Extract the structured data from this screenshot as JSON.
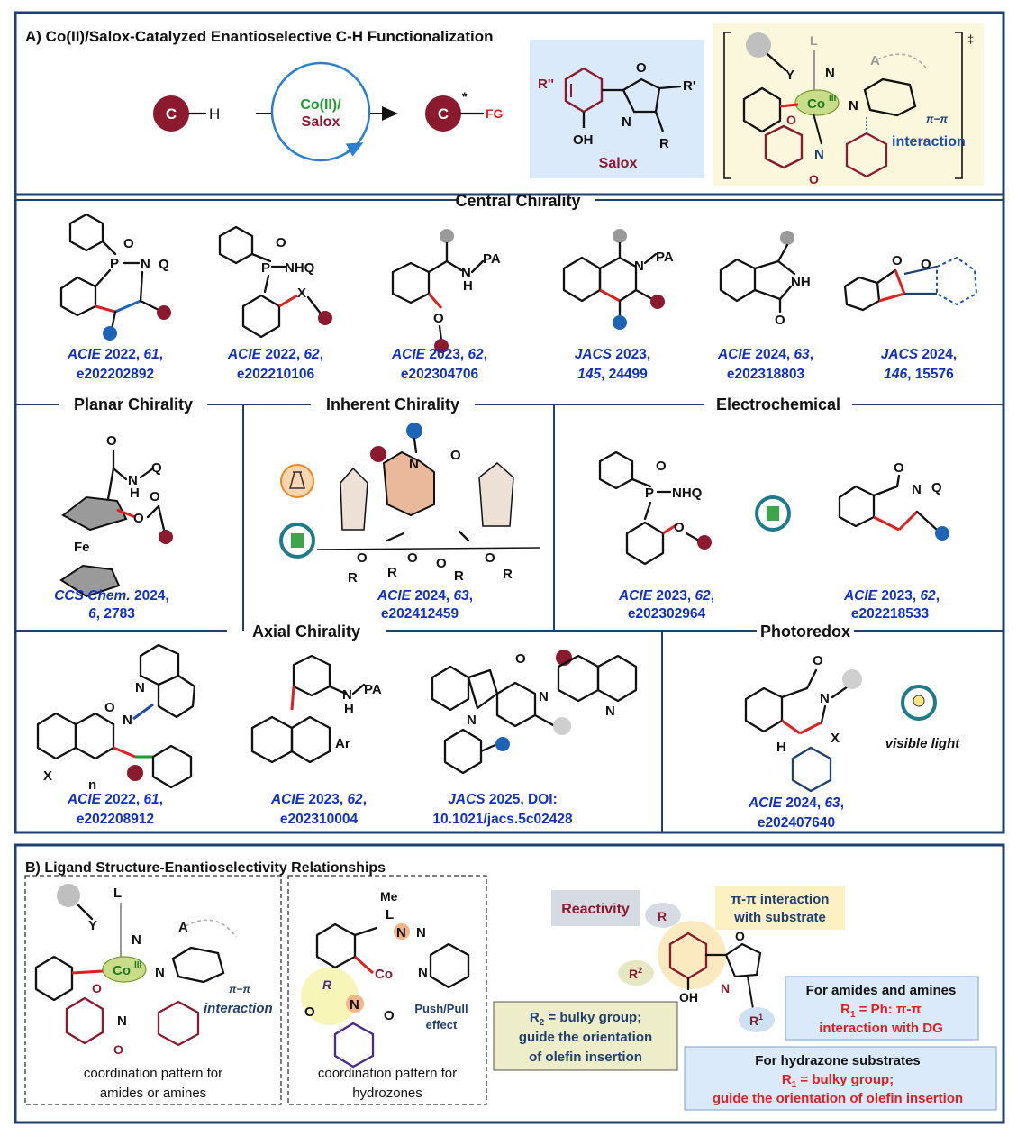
{
  "panel_a": {
    "title": "A) Co(II)/Salox-Catalyzed Enantioselective C-H Functionalization",
    "scheme": {
      "c": "C",
      "h": "H",
      "star": "*",
      "fg": "FG",
      "cat_line1": "Co(II)/",
      "cat_line2": "Salox"
    },
    "salox": {
      "r_dprime": "R''",
      "oh": "OH",
      "o": "O",
      "n": "N",
      "r_prime": "R'",
      "r": "R",
      "name": "Salox"
    },
    "ts": {
      "l": "L",
      "y": "Y",
      "n": "N",
      "a": "A",
      "co": "Co",
      "co_sup": "III",
      "o1": "O",
      "o2": "O",
      "pi": "π−π",
      "interaction": "interaction",
      "dagger": "‡"
    }
  },
  "sections": {
    "central": "Central Chirality",
    "planar": "Planar Chirality",
    "inherent": "Inherent Chirality",
    "electro": "Electrochemical",
    "axial": "Axial Chirality",
    "photo": "Photoredox"
  },
  "refs": {
    "c1": {
      "j": "ACIE",
      "rest": " 2022, ",
      "vol": "61",
      "tail": ",",
      "l2": "e202202892"
    },
    "c2": {
      "j": "ACIE",
      "rest": " 2022, ",
      "vol": "62",
      "tail": ",",
      "l2": "e202210106"
    },
    "c3": {
      "j": "ACIE",
      "rest": " 2023, ",
      "vol": "62",
      "tail": ",",
      "l2": "e202304706"
    },
    "c4": {
      "j": "JACS",
      "rest": " 2023,",
      "l2a": "145",
      "l2b": ", 24499"
    },
    "c5": {
      "j": "ACIE",
      "rest": " 2024, ",
      "vol": "63",
      "tail": ",",
      "l2": "e202318803"
    },
    "c6": {
      "j": "JACS",
      "rest": " 2024,",
      "l2a": "146",
      "l2b": ", 15576"
    },
    "p1": {
      "j": "CCS Chem.",
      "rest": " 2024,",
      "l2a": "6",
      "l2b": ", 2783"
    },
    "i1": {
      "j": "ACIE",
      "rest": " 2024, ",
      "vol": "63",
      "tail": ",",
      "l2": "e202412459"
    },
    "e1": {
      "j": "ACIE",
      "rest": " 2023, ",
      "vol": "62",
      "tail": ",",
      "l2": "e202302964"
    },
    "e2": {
      "j": "ACIE",
      "rest": " 2023, ",
      "vol": "62",
      "tail": ",",
      "l2": "e202218533"
    },
    "a1": {
      "j": "ACIE",
      "rest": " 2022, ",
      "vol": "61",
      "tail": ",",
      "l2": "e202208912"
    },
    "a2": {
      "j": "ACIE",
      "rest": " 2023, ",
      "vol": "62",
      "tail": ",",
      "l2": "e202310004"
    },
    "a3": {
      "j": "JACS",
      "rest": " 2025, DOI:",
      "l2": "10.1021/jacs.5c02428"
    },
    "ph1": {
      "j": "ACIE",
      "rest": " 2024, ",
      "vol": "63",
      "tail": ",",
      "l2": "e202407640"
    }
  },
  "atoms": {
    "p": "P",
    "o": "O",
    "n": "N",
    "q": "Q",
    "nhq": "NHQ",
    "x": "X",
    "h": "H",
    "pa": "PA",
    "nh": "NH",
    "fe": "Fe",
    "r": "R",
    "ar": "Ar",
    "n_sub": "n",
    "visible_light": "visible light"
  },
  "panel_b": {
    "title": "B) Ligand Structure-Enantioselectivity Relationships",
    "left_caption_1": "coordination pattern for",
    "left_caption_2": "amides or amines",
    "mid_caption_1": "coordination pattern for",
    "mid_caption_2": "hydrozones",
    "me": "Me",
    "push_pull_1": "Push/Pull",
    "push_pull_2": "effect",
    "reactivity": "Reactivity",
    "pipi_1": "π-π interaction",
    "pipi_2": "with substrate",
    "r2_box_1": "R",
    "r2_box_sub": "2",
    "r2_box_1b": " = bulky group;",
    "r2_box_2": "guide the orientation",
    "r2_box_3": "of olefin insertion",
    "amides_1": "For amides and amines",
    "amides_2a": "R",
    "amides_2sub": "1",
    "amides_2b": " = Ph: π-π",
    "amides_3": "interaction with DG",
    "hydra_1": "For hydrazone substrates",
    "hydra_2a": "R",
    "hydra_2sub": "1",
    "hydra_2b": " = bulky group;",
    "hydra_3": "guide the orientation of olefin insertion",
    "r": "R",
    "r2": "R",
    "r2sup": "2",
    "r1": "R",
    "r1sup": "1",
    "oh": "OH",
    "o": "O",
    "n": "N"
  },
  "colors": {
    "frame": "#1f3f6e",
    "maroon": "#8b1a2e",
    "blue_dot": "#1f64b4",
    "gray_dot": "#9a9a9a",
    "red_bond": "#e02020",
    "ref_blue": "#1030c8",
    "teal": "#1f7a8a",
    "salox_bg": "#dbeafb",
    "ts_bg": "#fbf7dc"
  }
}
